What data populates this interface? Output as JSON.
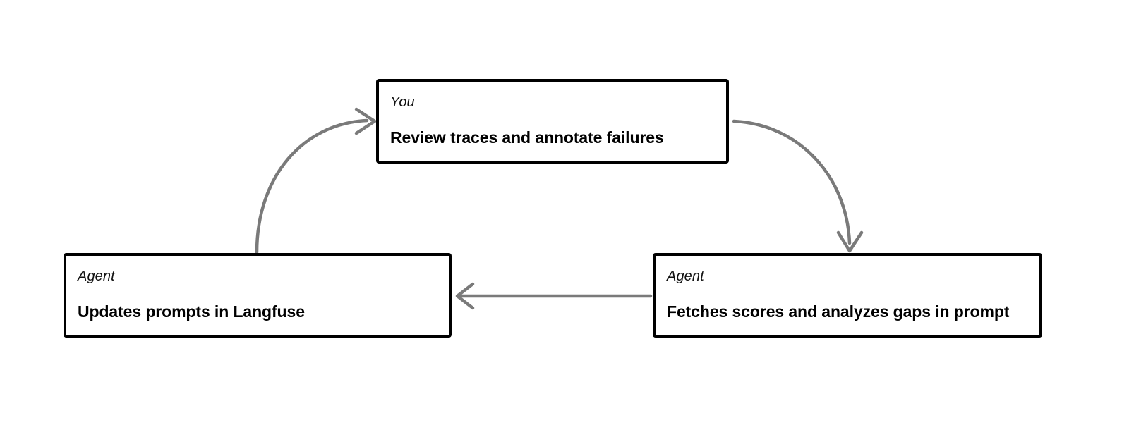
{
  "diagram": {
    "type": "cycle-flowchart",
    "background_color": "#ffffff",
    "node_border_color": "#000000",
    "arrow_color": "#7a7a7a",
    "nodes": [
      {
        "id": "you-review",
        "role": "You",
        "title": "Review traces and annotate failures"
      },
      {
        "id": "agent-updates",
        "role": "Agent",
        "title": "Updates prompts in Langfuse"
      },
      {
        "id": "agent-fetches",
        "role": "Agent",
        "title": "Fetches scores and analyzes gaps in prompt"
      }
    ],
    "edges": [
      {
        "id": "edge-you-to-fetches",
        "from": "you-review",
        "to": "agent-fetches",
        "style": "curved",
        "label": ""
      },
      {
        "id": "edge-fetches-to-updates",
        "from": "agent-fetches",
        "to": "agent-updates",
        "style": "straight",
        "label": ""
      },
      {
        "id": "edge-updates-to-you",
        "from": "agent-updates",
        "to": "you-review",
        "style": "curved",
        "label": ""
      }
    ]
  }
}
